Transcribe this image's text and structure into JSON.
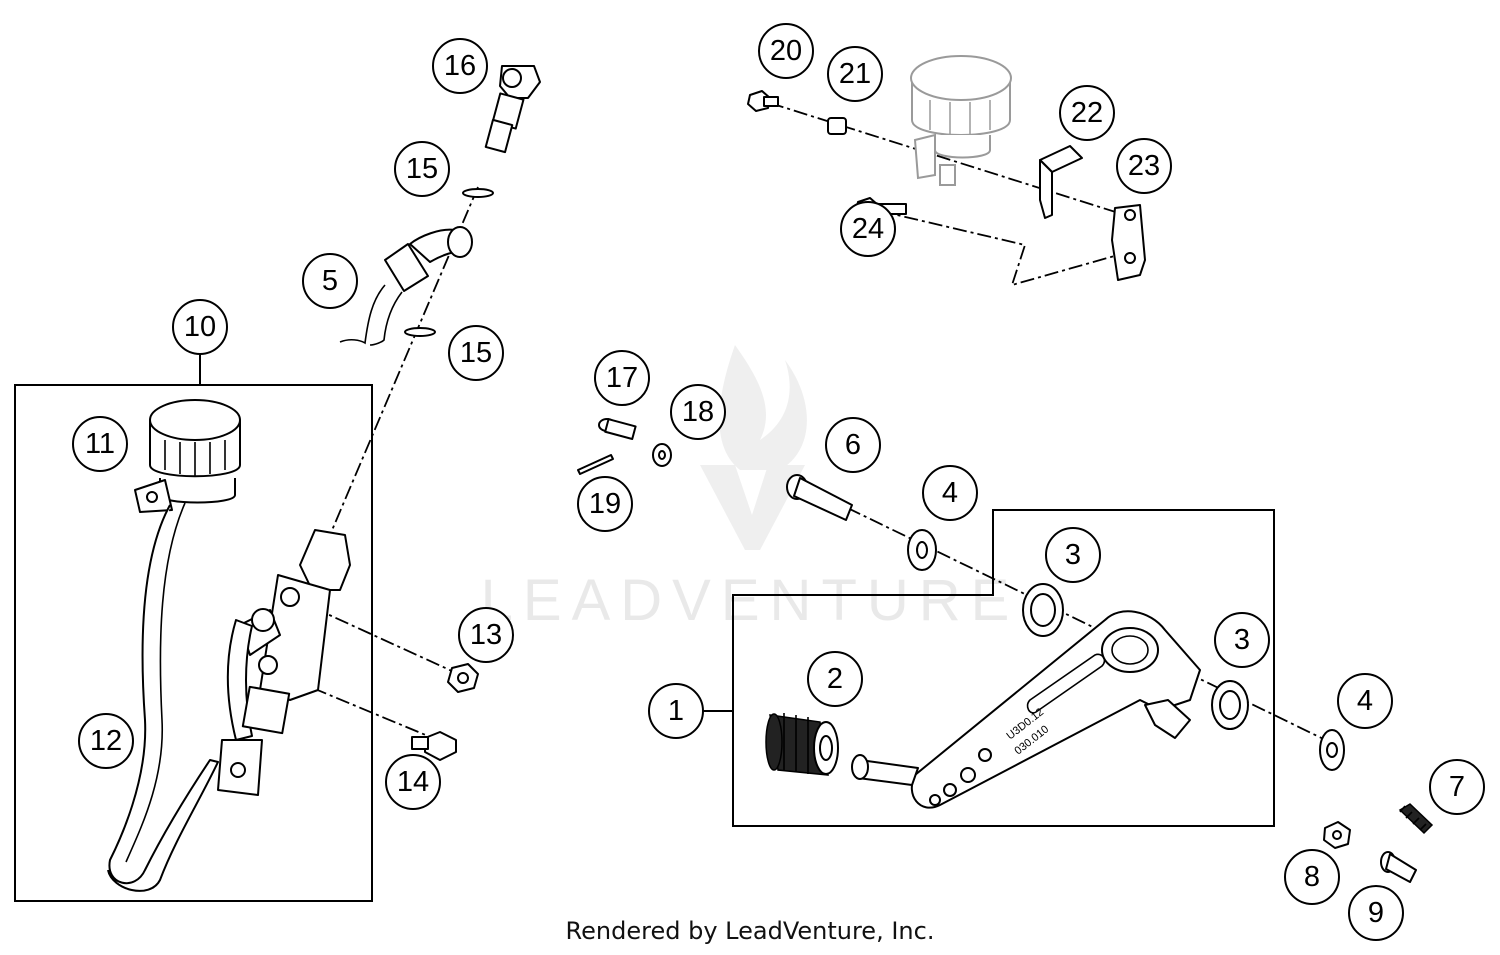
{
  "watermark": "LEADVENTURE",
  "footer": "Rendered by LeadVenture, Inc.",
  "lever_marking_1": "U3D0.12",
  "lever_marking_2": "030.010",
  "callouts": {
    "c1": "1",
    "c2": "2",
    "c3a": "3",
    "c3b": "3",
    "c4a": "4",
    "c4b": "4",
    "c5": "5",
    "c6": "6",
    "c7": "7",
    "c8": "8",
    "c9": "9",
    "c10": "10",
    "c11": "11",
    "c12": "12",
    "c13": "13",
    "c14": "14",
    "c15a": "15",
    "c15b": "15",
    "c16": "16",
    "c17": "17",
    "c18": "18",
    "c19": "19",
    "c20": "20",
    "c21": "21",
    "c22": "22",
    "c23": "23",
    "c24": "24"
  }
}
